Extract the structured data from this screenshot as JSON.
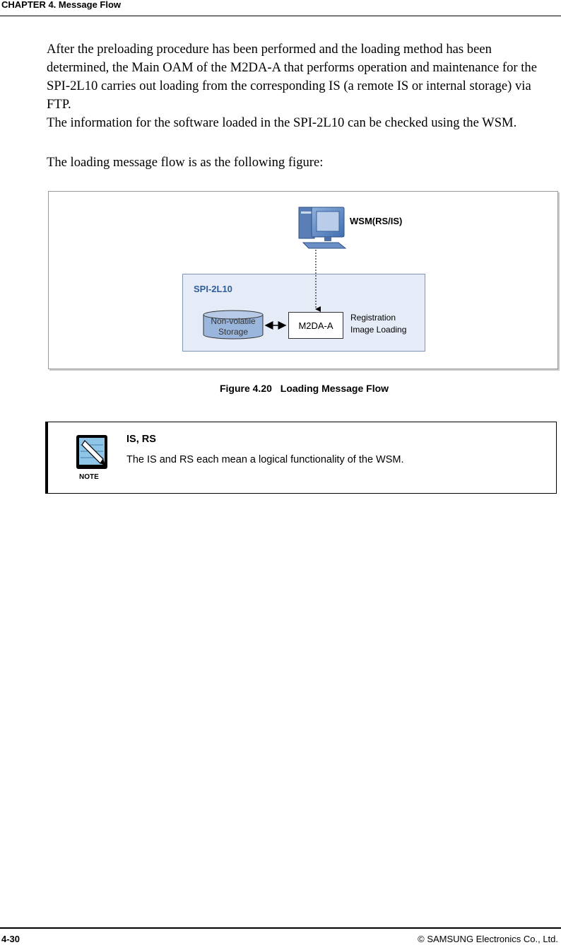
{
  "header": {
    "chapter_title": "CHAPTER 4. Message Flow"
  },
  "body": {
    "paragraph1": "After the preloading procedure has been performed and the loading method has been determined, the Main OAM of the M2DA-A that performs operation and maintenance for the SPI-2L10 carries out loading from the corresponding IS (a remote IS or internal storage) via FTP.",
    "paragraph2": "The information for the software loaded in the SPI-2L10 can be checked using the WSM.",
    "paragraph3": "The loading message flow is as the following figure:"
  },
  "figure": {
    "wsm_label": "WSM(RS/IS)",
    "spi_label": "SPI-2L10",
    "storage_label_line1": "Non-volatile",
    "storage_label_line2": "Storage",
    "m2da_label": "M2DA-A",
    "registration_label": "Registration",
    "image_loading_label": "Image Loading",
    "caption_number": "Figure 4.20",
    "caption_title": "Loading Message Flow",
    "colors": {
      "box_fill": "#e5ecf7",
      "box_border": "#7d93b8",
      "spi_text": "#2f5d9b",
      "storage_fill": "#9ab6dc"
    }
  },
  "note": {
    "icon_word": "NOTE",
    "title": "IS, RS",
    "text": "The IS and RS each mean a logical functionality of the WSM."
  },
  "footer": {
    "page_number": "4-30",
    "copyright": "© SAMSUNG Electronics Co., Ltd."
  }
}
